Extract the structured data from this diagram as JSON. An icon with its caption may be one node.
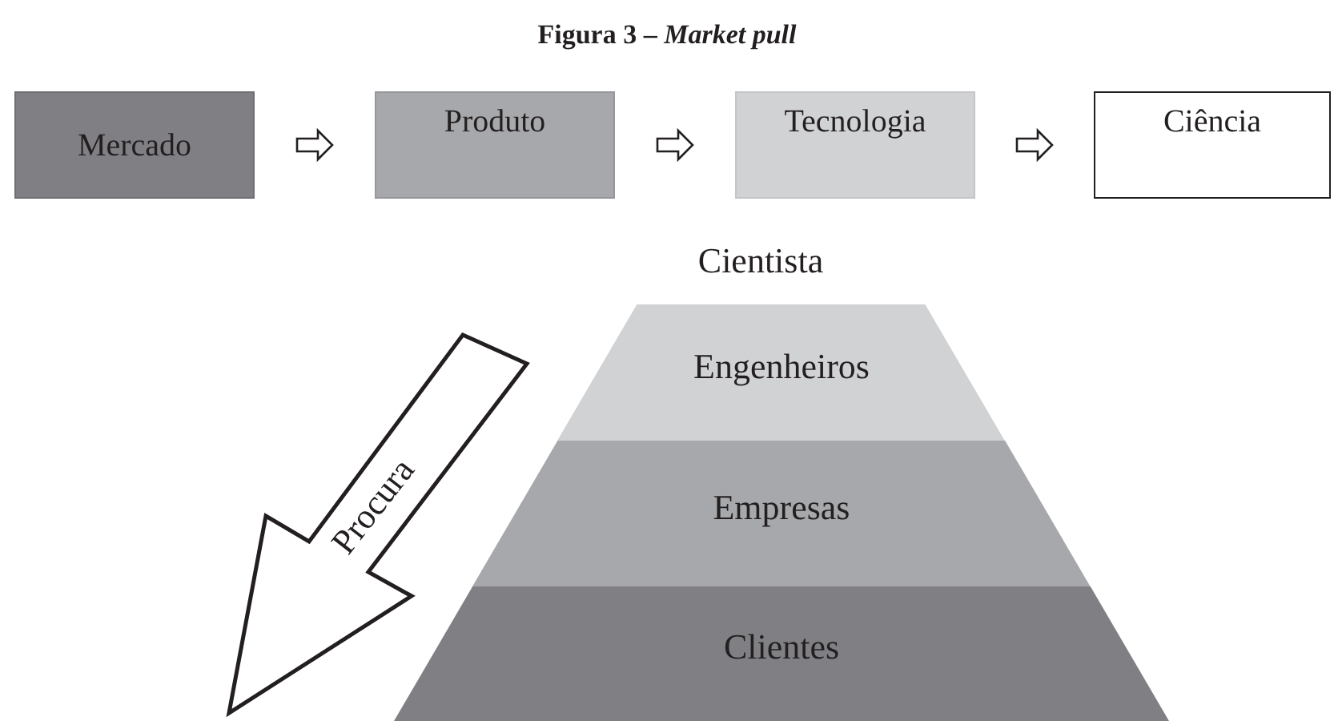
{
  "diagram": {
    "title": "Figura 3 – *Market pull*",
    "nodes": [
      {
        "text": [
          "Mercado"
        ]
      },
      {
        "text": [
          "Produto"
        ]
      },
      {
        "text": [
          "Tecnologia"
        ]
      },
      {
        "text": [
          "Ciência"
        ]
      },
      {
        "text": [
          "Procura"
        ]
      },
      {
        "text": [
          "Engenheiros"
        ]
      },
      {
        "text": [
          "Empresas"
        ]
      },
      {
        "text": [
          "Clientes"
        ]
      }
    ],
    "edges": [
      {
        "from": 0,
        "to": 1,
        "arrow": "to"
      },
      {
        "from": 1,
        "to": 2,
        "arrow": "to"
      },
      {
        "from": 2,
        "to": 3,
        "arrow": "to"
      }
    ],
    "labels": [
      "Cientista"
    ]
  }
}
